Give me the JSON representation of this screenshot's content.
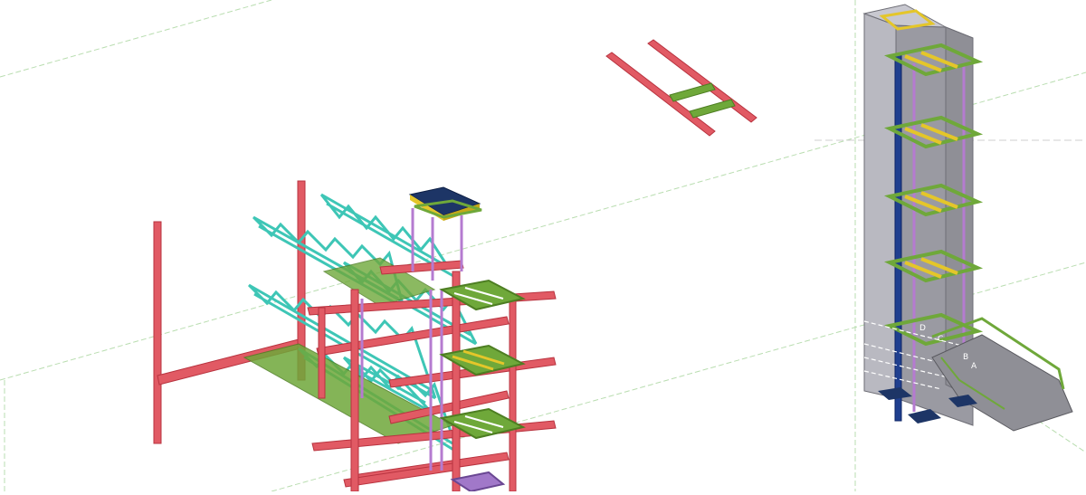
{
  "viewport": {
    "title": "",
    "colors": {
      "background": "#ffffff",
      "grid_line": "#b9ddb0",
      "grid_dash": "#cfcfcf",
      "beam_red": "#e15a64",
      "beam_red_dark": "#b8333f",
      "beam_green": "#6fa83a",
      "beam_yellow": "#e4c62a",
      "truss_cyan": "#3ec6b6",
      "truss_cyan_dark": "#1d8f83",
      "column_purple": "#b57bd0",
      "column_blue": "#1f3f8f",
      "plate_navy": "#1d3566",
      "concrete_grey": "#8f8f96",
      "concrete_light": "#b9b9c1",
      "concrete_dark": "#6e6e76"
    },
    "labels": {
      "grid_d": "D",
      "grid_c": "C",
      "grid_b": "B",
      "grid_a": "A"
    }
  }
}
